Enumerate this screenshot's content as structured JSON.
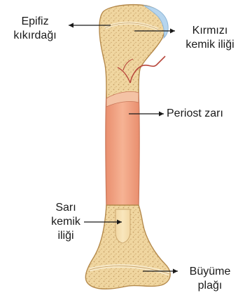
{
  "labels": {
    "epifiz_kikirdagi": {
      "line1": "Epifiz",
      "line2": "kıkırdağı"
    },
    "kirmizi_kemik_iligi": {
      "line1": "Kırmızı",
      "line2": "kemik iliği"
    },
    "periost_zari": {
      "line1": "Periost zarı"
    },
    "sari_kemik_iligi": {
      "line1": "Sarı",
      "line2": "kemik",
      "line3": "iliği"
    },
    "buyume_plagi": {
      "line1": "Büyüme",
      "line2": "plağı"
    }
  },
  "colors": {
    "bone_tissue": "#f1d7a1",
    "bone_dots": "#c9a46a",
    "outline": "#b58a4c",
    "shaft": "#f0a07e",
    "cartilage": "#b9d7ee",
    "vessel": "#b8473c",
    "arrow": "#1a1a1a"
  }
}
